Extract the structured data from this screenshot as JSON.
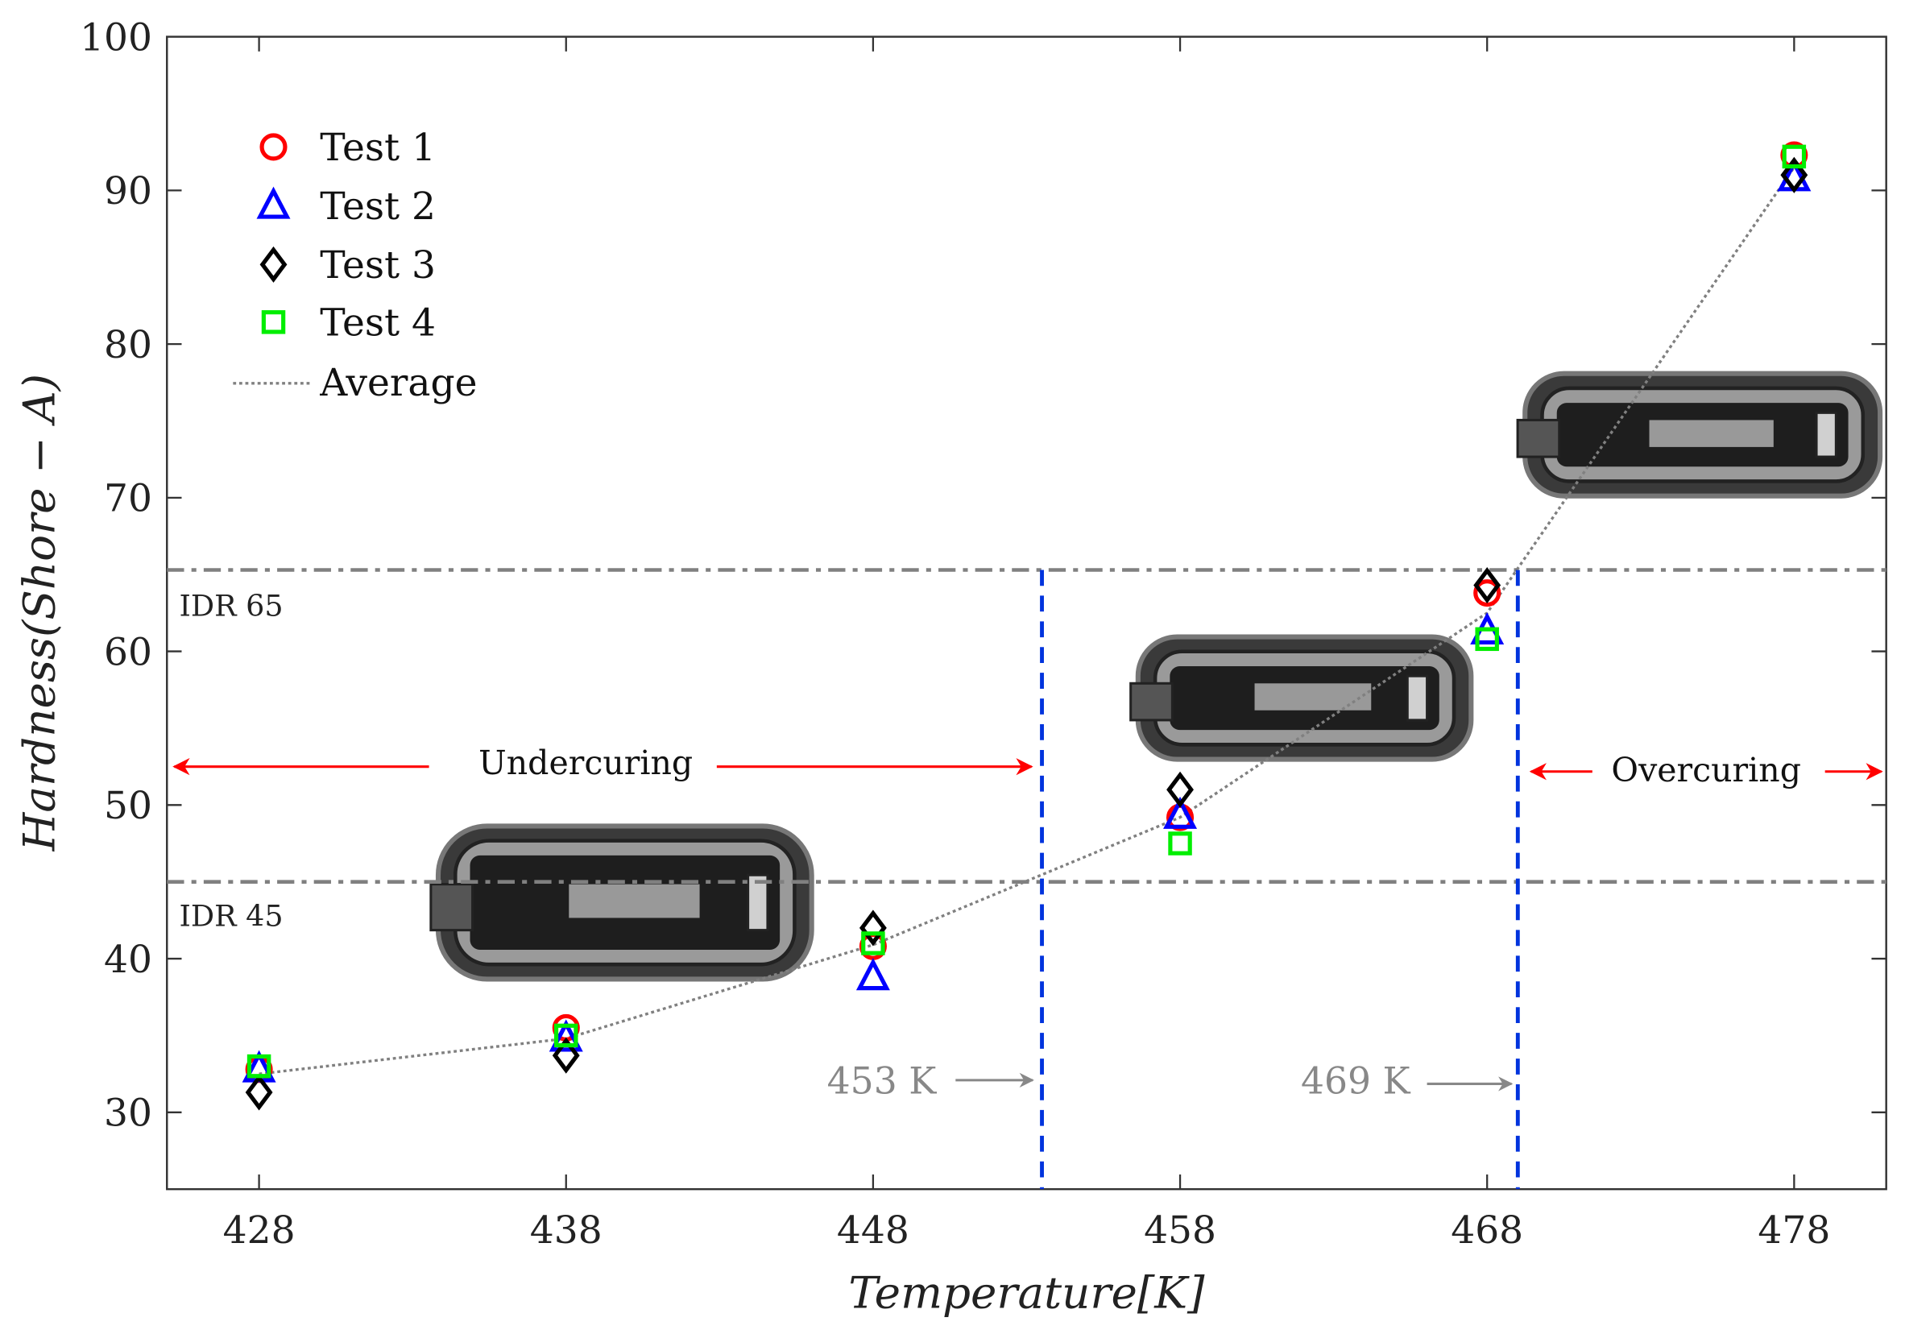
{
  "chart_data": {
    "type": "scatter",
    "title": "",
    "xlabel": "Temperature[K]",
    "ylabel": "Hardness(Shore − A)",
    "xlim": [
      425,
      481
    ],
    "ylim": [
      25,
      100
    ],
    "x_ticks": [
      428,
      438,
      448,
      458,
      468,
      478
    ],
    "y_ticks": [
      30,
      40,
      50,
      60,
      70,
      80,
      90,
      100
    ],
    "grid": false,
    "legend_position": "upper left",
    "x": [
      428,
      438,
      448,
      458,
      468,
      478
    ],
    "series": [
      {
        "name": "Test 1",
        "marker": "circle",
        "color": "#ff0000",
        "values": [
          32.8,
          35.5,
          40.8,
          49.2,
          63.8,
          92.3
        ]
      },
      {
        "name": "Test 2",
        "marker": "triangle",
        "color": "#0000ff",
        "values": [
          32.8,
          34.8,
          38.8,
          49.3,
          61.3,
          90.8
        ]
      },
      {
        "name": "Test 3",
        "marker": "diamond",
        "color": "#000000",
        "values": [
          31.3,
          33.7,
          42.0,
          51.0,
          64.3,
          91.0
        ]
      },
      {
        "name": "Test 4",
        "marker": "square",
        "color": "#00ee00",
        "values": [
          33.0,
          35.0,
          41.0,
          47.5,
          60.8,
          92.2
        ]
      },
      {
        "name": "Average",
        "marker": "none",
        "line": "dotted",
        "color": "#808080",
        "values": [
          32.5,
          34.8,
          40.9,
          49.2,
          62.5,
          91.5
        ]
      }
    ],
    "reference_lines": [
      {
        "orientation": "horizontal",
        "y": 65.3,
        "label": "IDR 65",
        "style": "dashdot",
        "color": "#808080"
      },
      {
        "orientation": "horizontal",
        "y": 45.0,
        "label": "IDR 45",
        "style": "dashdot",
        "color": "#808080"
      },
      {
        "orientation": "vertical",
        "x": 453.5,
        "label": "453 K",
        "style": "dashed",
        "color": "#0033dd"
      },
      {
        "orientation": "vertical",
        "x": 469.0,
        "label": "469 K",
        "style": "dashed",
        "color": "#0033dd"
      }
    ],
    "annotations": [
      {
        "text": "Undercuring",
        "type": "double-arrow",
        "from_x": 425,
        "to_x": 453.5,
        "y": 52.5,
        "color": "#ff0000"
      },
      {
        "text": "Overcuring",
        "type": "double-arrow",
        "from_x": 469.0,
        "to_x": 481,
        "y": 52.5,
        "color": "#ff0000"
      },
      {
        "text": "453 K",
        "type": "arrow-label",
        "y": 32.0,
        "color": "#888888"
      },
      {
        "text": "469 K",
        "type": "arrow-label",
        "y": 32.0,
        "color": "#888888"
      }
    ],
    "inset_images": [
      {
        "description": "cured rubber part photo (undercured)",
        "near_x": 443,
        "near_y": 44
      },
      {
        "description": "cured rubber part photo (ideal)",
        "near_x": 461.5,
        "near_y": 55
      },
      {
        "description": "cured rubber part photo (overcured)",
        "near_x": 476,
        "near_y": 74
      }
    ]
  },
  "legend": {
    "items": [
      {
        "label": "Test 1"
      },
      {
        "label": "Test 2"
      },
      {
        "label": "Test 3"
      },
      {
        "label": "Test 4"
      },
      {
        "label": "Average"
      }
    ]
  },
  "labels": {
    "idr65": "IDR 65",
    "idr45": "IDR 45",
    "under": "Undercuring",
    "over": "Overcuring",
    "k453": "453 K",
    "k469": "469 K",
    "xlabel": "Temperature[K]",
    "ylabel": "Hardness(Shore − A)"
  }
}
